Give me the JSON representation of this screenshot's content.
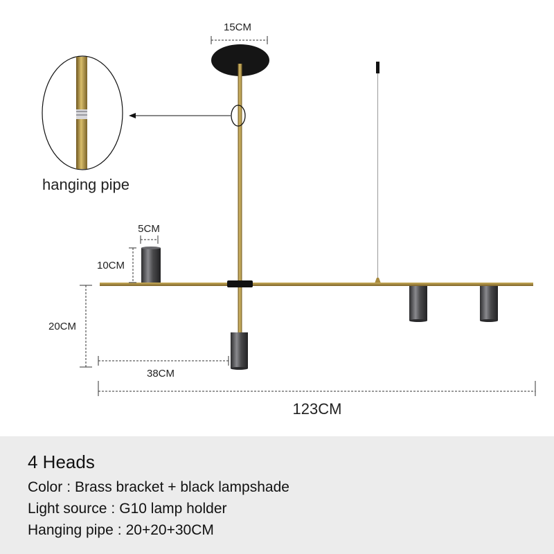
{
  "dimensions": {
    "canopy_width": "15CM",
    "shade_width": "5CM",
    "shade_height": "10CM",
    "drop_height": "20CM",
    "offset_length": "38CM",
    "total_length": "123CM"
  },
  "callout_label": "hanging pipe",
  "heads_title": "4 Heads",
  "specs": [
    {
      "label": "Color",
      "value": "Brass bracket + black lampshade"
    },
    {
      "label": "Light source",
      "value": "G10 lamp holder"
    },
    {
      "label": "Hanging pipe",
      "value": "20+20+30CM"
    }
  ],
  "colors": {
    "brass": "#a88a3e",
    "shade": "#4a4a4c",
    "canopy": "#151515",
    "info_bg": "#ececec"
  }
}
